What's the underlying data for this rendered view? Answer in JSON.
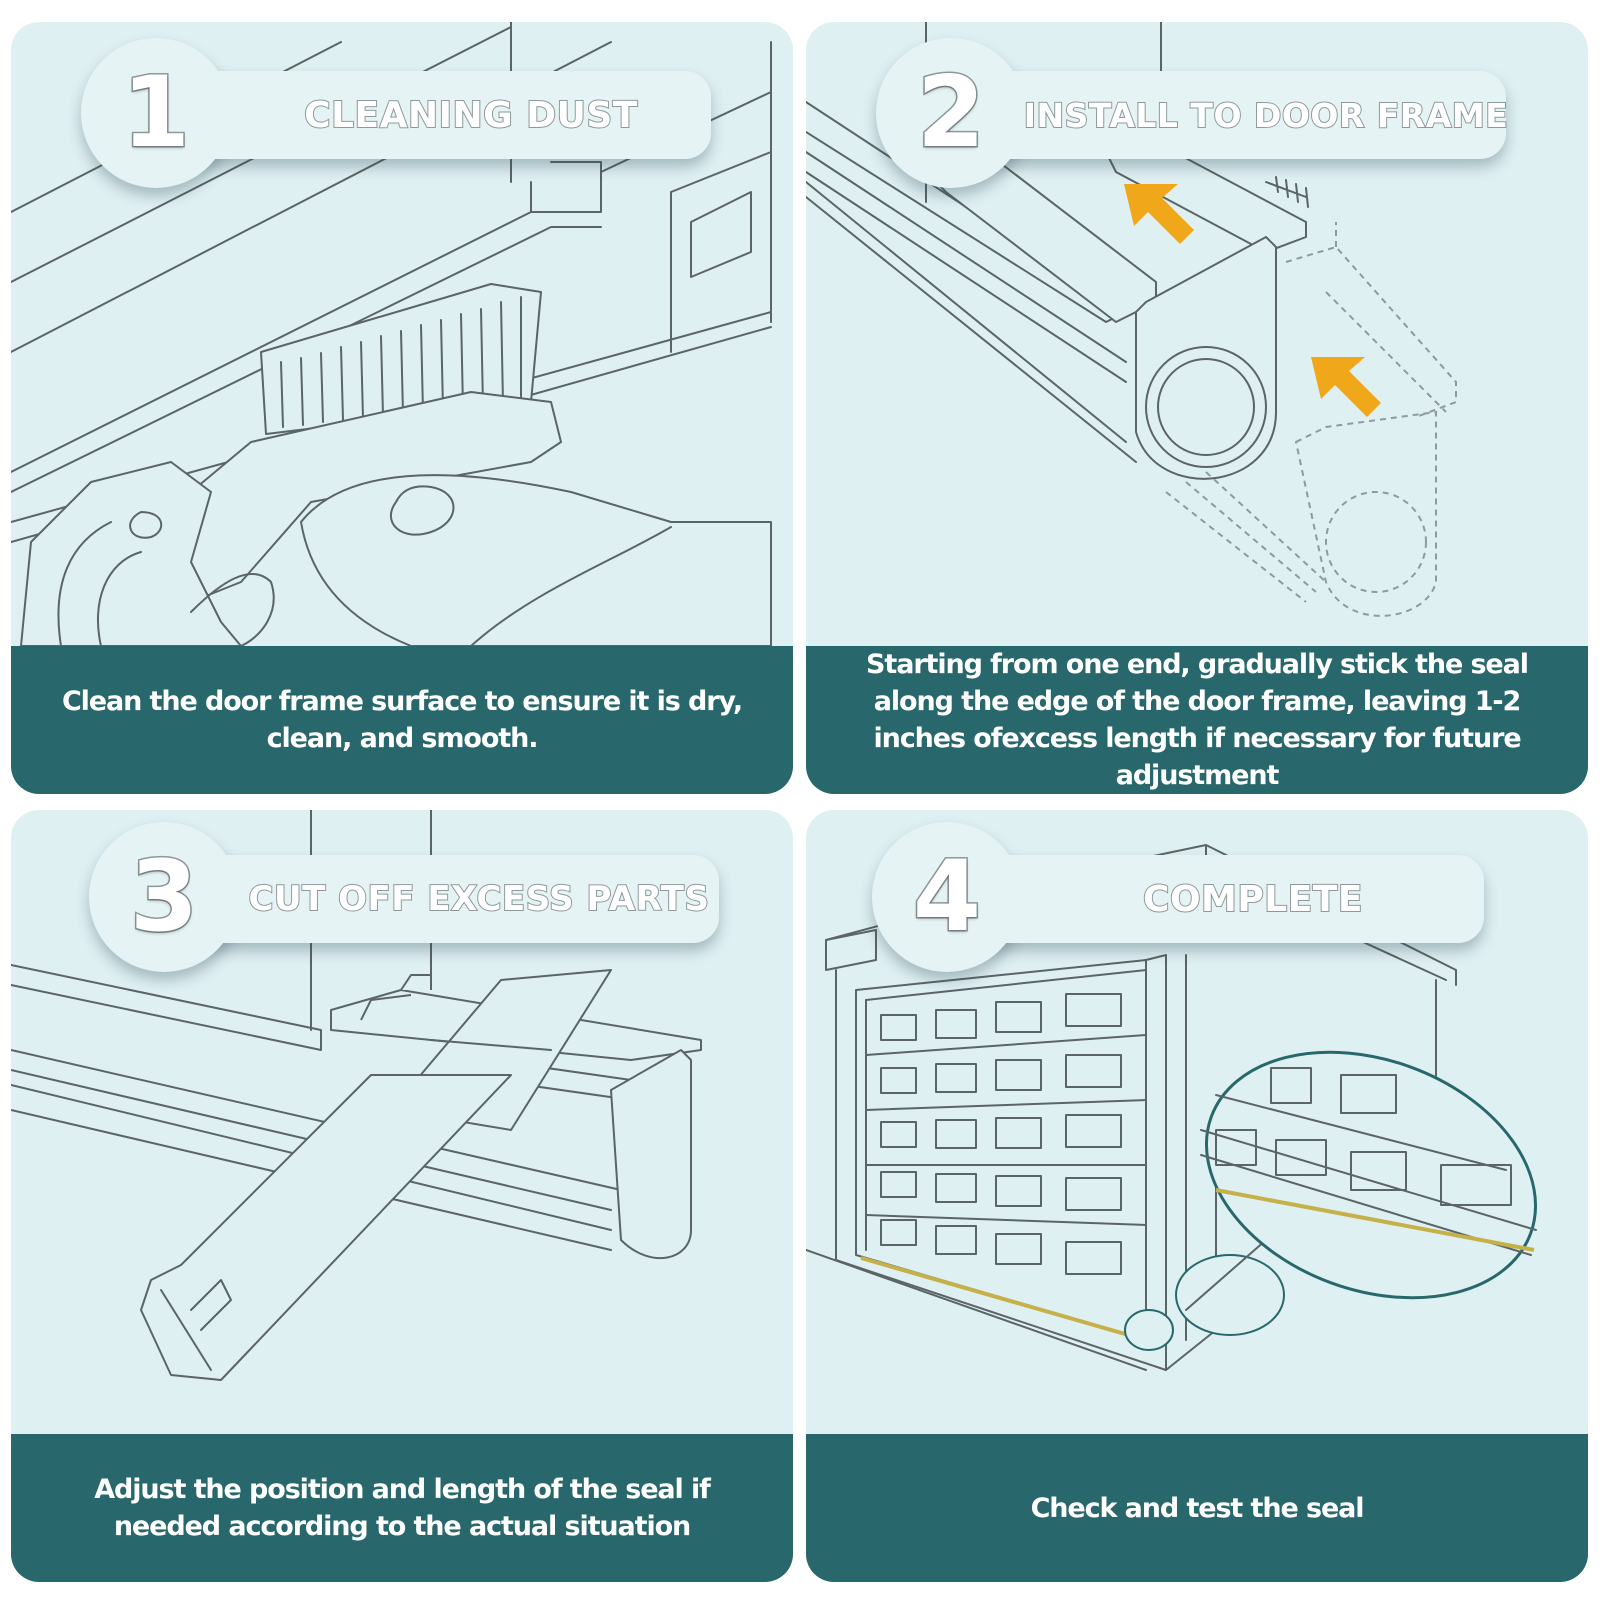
{
  "steps": [
    {
      "number": "1",
      "title": "CLEANING DUST",
      "caption": "Clean the door frame surface to ensure it is dry, clean, and smooth.",
      "icons": [
        "brush-icon",
        "hand-icon"
      ]
    },
    {
      "number": "2",
      "title": "INSTALL TO DOOR FRAME",
      "caption": "Starting from one end, gradually stick the seal along the edge of the door frame, leaving 1-2 inches ofexcess length if necessary for future adjustment",
      "icons": [
        "seal-strip-icon",
        "arrow-icon"
      ]
    },
    {
      "number": "3",
      "title": "CUT OFF EXCESS PARTS",
      "caption": "Adjust the position and length of the seal if needed according to the actual situation",
      "icons": [
        "seal-strip-icon",
        "cutter-icon"
      ]
    },
    {
      "number": "4",
      "title": "COMPLETE",
      "caption": "Check and test the seal",
      "icons": [
        "garage-door-icon",
        "magnifier-icon"
      ]
    }
  ],
  "colors": {
    "panel_background": "#dff0f3",
    "caption_background": "#28686c",
    "arrow": "#f0a81a",
    "seal_highlight": "#c6b04a",
    "line_art": "#5b6466"
  }
}
